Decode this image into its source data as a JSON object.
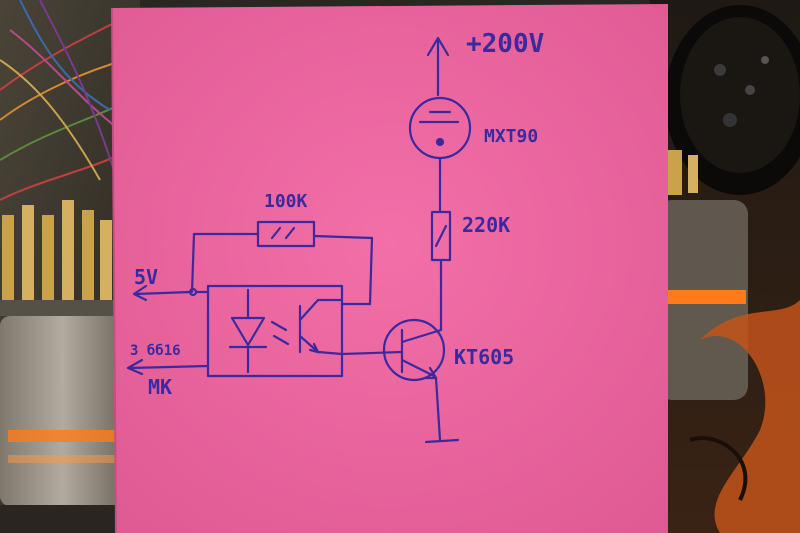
{
  "colors": {
    "note_paper": "#f06aa3",
    "ink": "#3b2a9e",
    "left_background": "#3a352c",
    "right_background": "#1a1410",
    "glow": "#ff7a1a"
  },
  "schematic": {
    "supply_label": "+200V",
    "lamp_label": "MXT90",
    "resistor_anode_label": "220K",
    "resistor_feedback_label": "100K",
    "transistor_label": "KT605",
    "input_5v_label": "5V",
    "optocoupler_label": "3 бб16",
    "mcu_label": "MK"
  }
}
